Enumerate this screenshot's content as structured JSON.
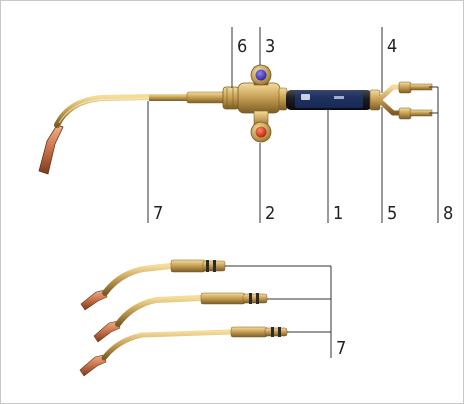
{
  "callouts": {
    "c1": "1",
    "c2": "2",
    "c3": "3",
    "c4": "4",
    "c5": "5",
    "c6": "6",
    "c7_torch": "7",
    "c8": "8",
    "c7_nozzles": "7"
  },
  "colors": {
    "brass": "#c9a35a",
    "brass_dark": "#8a6a2a",
    "copper": "#c8714a",
    "handle": "#1f1f23",
    "band_blue": "#1f3f8f",
    "knob_blue": "#3b2fb0",
    "knob_red": "#e02a10",
    "leader_line": "#333333"
  },
  "icons": {
    "torch": "welding-torch-illustration",
    "nozzles": "spare-nozzle-set-illustration"
  }
}
